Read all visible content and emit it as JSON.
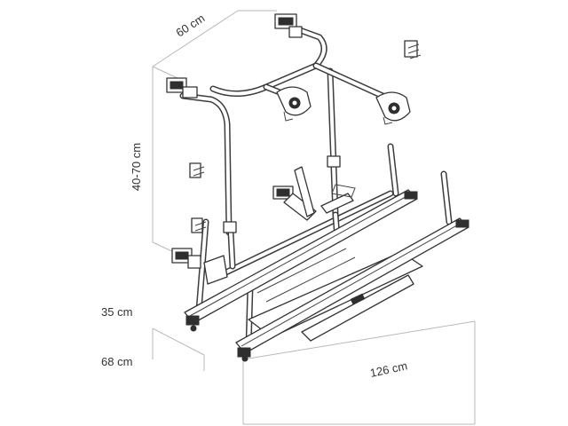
{
  "dimensions": {
    "width": "60 cm",
    "height": "40-70 cm",
    "lower_offset": "35 cm",
    "ground_offset": "68 cm",
    "length": "126 cm"
  }
}
